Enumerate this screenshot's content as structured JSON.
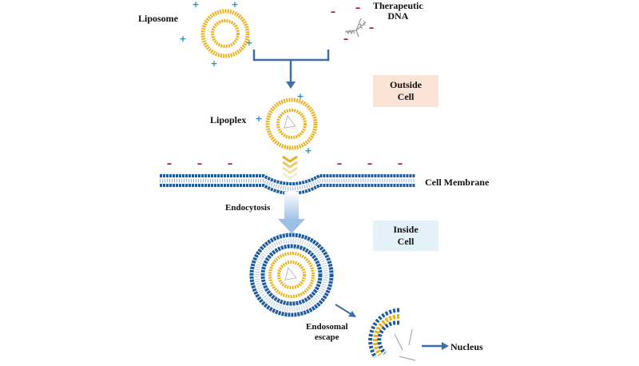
{
  "labels": {
    "liposome": "Liposome",
    "therapeutic_dna_line1": "Therapeutic",
    "therapeutic_dna_line2": "DNA",
    "lipoplex": "Lipoplex",
    "cell_membrane": "Cell Membrane",
    "endocytosis": "Endocytosis",
    "endosomal_escape_line1": "Endosomal",
    "endosomal_escape_line2": "escape",
    "nucleus": "Nucleus"
  },
  "regions": {
    "outside_cell_line1": "Outside",
    "outside_cell_line2": "Cell",
    "inside_cell_line1": "Inside",
    "inside_cell_line2": "Cell"
  },
  "charges": {
    "positive": "+",
    "negative": "–"
  },
  "colors": {
    "lipid_gold": "#e8b21a",
    "lipid_blue": "#1f5a9a",
    "arrow_blue": "#3d6fa8",
    "positive_charge": "#2a8fb0",
    "negative_charge": "#c0181f",
    "outside_box": "#fbe3d8",
    "inside_box": "#e4f1f9"
  }
}
